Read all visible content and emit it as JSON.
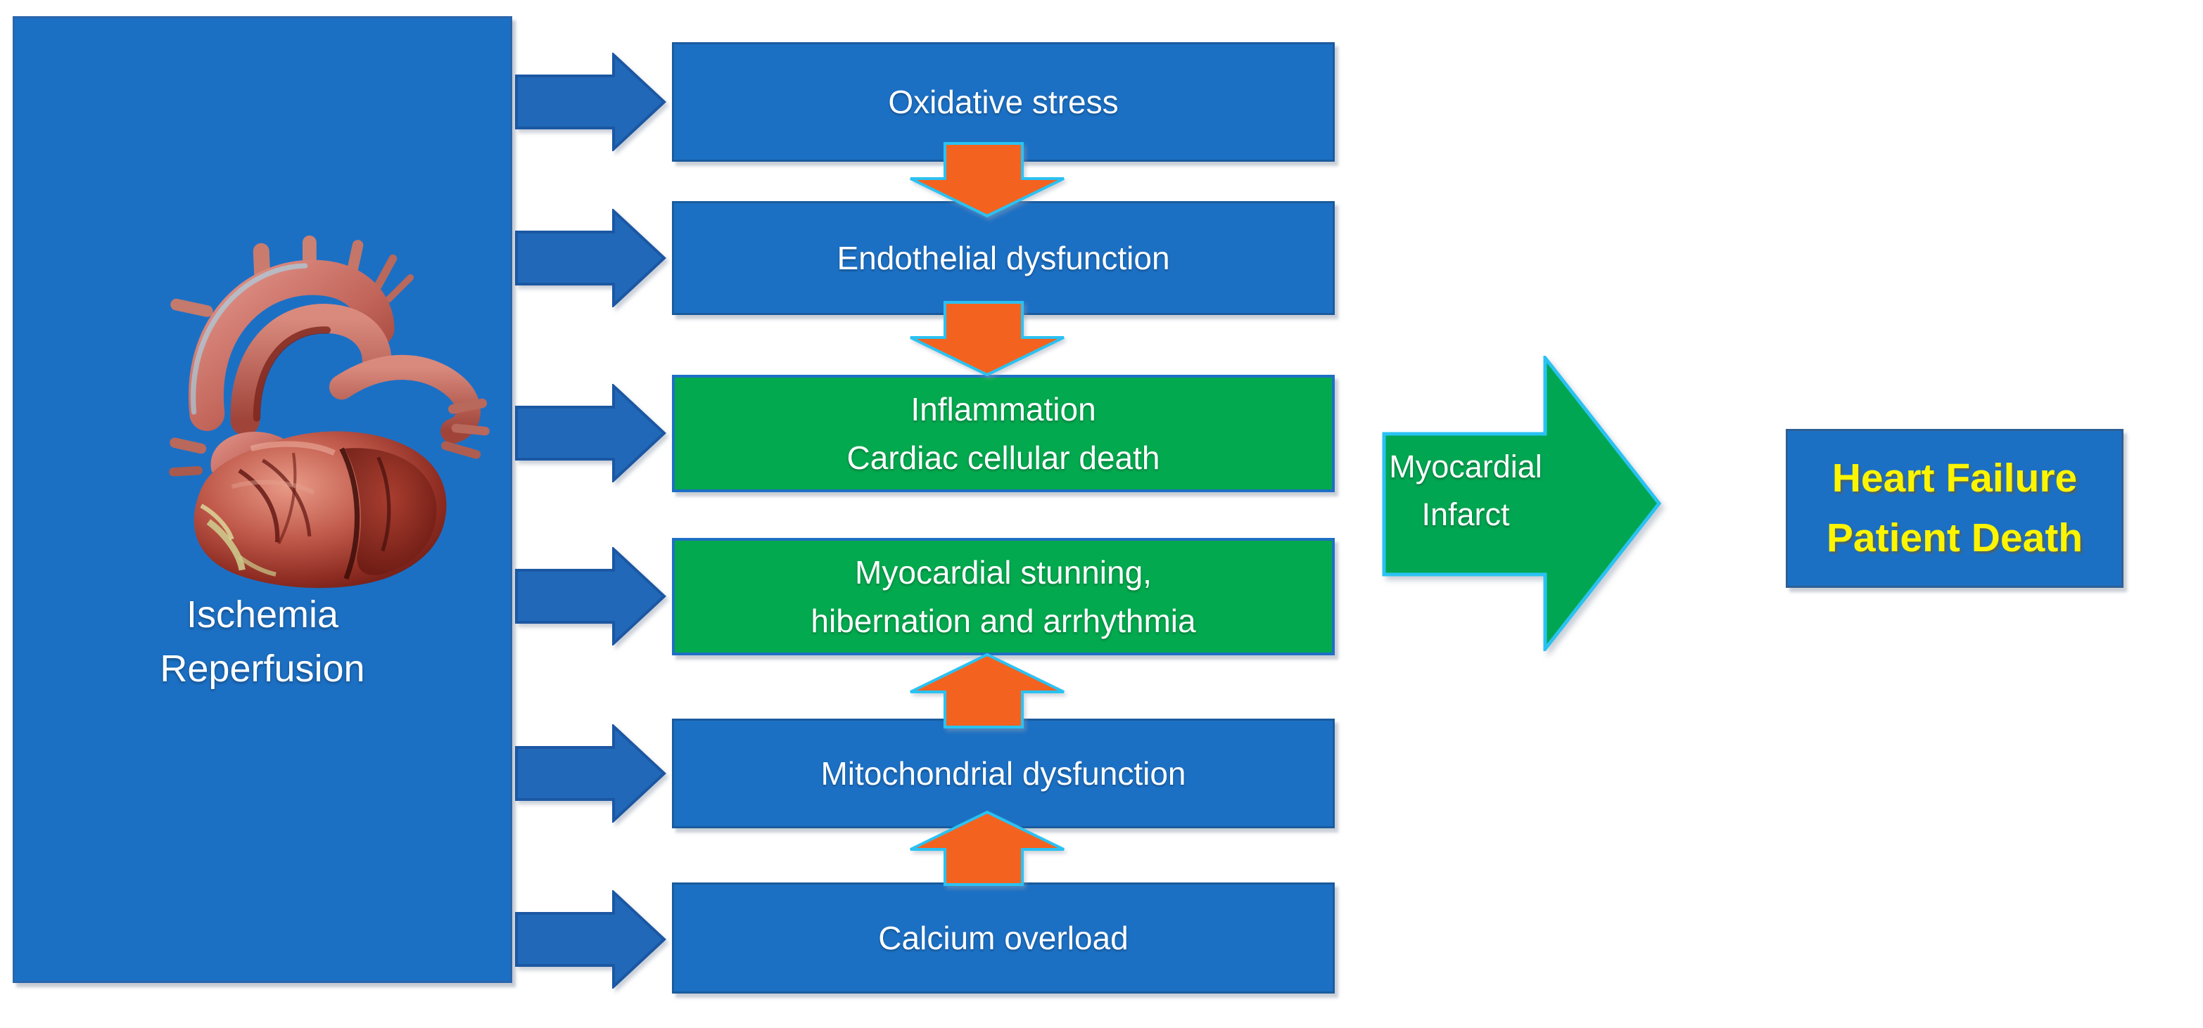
{
  "figure": {
    "source_box": {
      "illustration": "heart-3d-render",
      "lines": [
        "Ischemia",
        "Reperfusion"
      ]
    },
    "pathway_boxes": [
      {
        "color": "blue",
        "lines": [
          "Oxidative stress"
        ]
      },
      {
        "color": "blue",
        "lines": [
          "Endothelial dysfunction"
        ]
      },
      {
        "color": "green",
        "lines": [
          "Inflammation",
          "Cardiac cellular death"
        ]
      },
      {
        "color": "green",
        "lines": [
          "Myocardial stunning,",
          "hibernation and arrhythmia"
        ]
      },
      {
        "color": "blue",
        "lines": [
          "Mitochondrial dysfunction"
        ]
      },
      {
        "color": "blue",
        "lines": [
          "Calcium overload"
        ]
      }
    ],
    "connector_arrows": [
      {
        "between": "Oxidative stress → Endothelial dysfunction",
        "direction": "down"
      },
      {
        "between": "Endothelial dysfunction → Inflammation",
        "direction": "down"
      },
      {
        "between": "Mitochondrial dysfunction → Myocardial stunning",
        "direction": "up"
      },
      {
        "between": "Calcium overload → Mitochondrial dysfunction",
        "direction": "up"
      }
    ],
    "outcome_arrow": {
      "lines": [
        "Myocardial",
        "Infarct"
      ]
    },
    "outcome_box": {
      "lines": [
        "Heart Failure",
        "Patient Death"
      ]
    },
    "colors": {
      "box_blue": "#1c70c4",
      "box_blue_border": "#1a5b9d",
      "box_green": "#03a94e",
      "green_box_border_blue": "#1f6fc4",
      "connector_orange": "#f4621f",
      "connector_outline_cyan": "#2ac2f2",
      "outcome_arrow_green": "#00a651",
      "outcome_text_yellow": "#fdf500",
      "label_text_white": "#ffffff"
    }
  }
}
